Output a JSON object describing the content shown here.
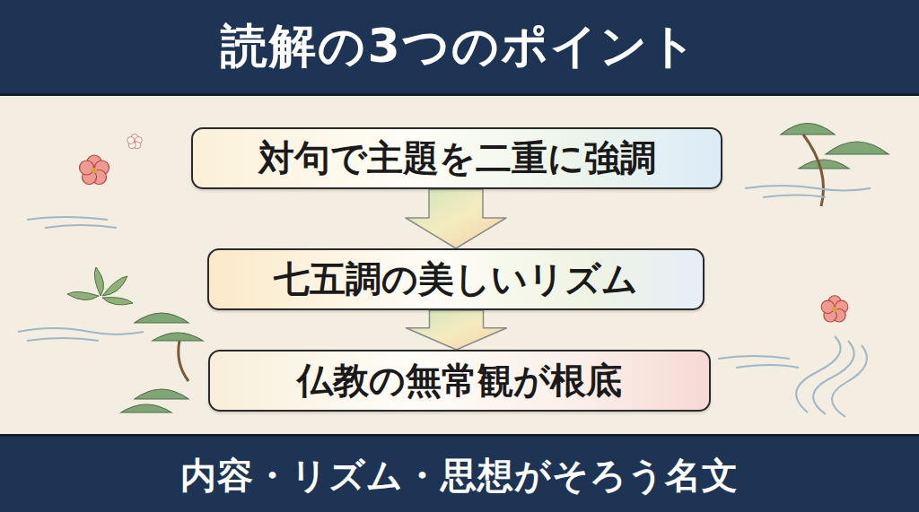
{
  "diagram": {
    "title": "読解の3つのポイント",
    "caption": "内容・リズム・思想がそろう名文",
    "nodes": [
      {
        "text": [
          "対句で主題を二重に強調"
        ]
      },
      {
        "text": [
          "七五調の美しいリズム"
        ]
      },
      {
        "text": [
          "仏教の無常観が根底"
        ]
      }
    ],
    "edges": [
      {
        "from": 0,
        "to": 1,
        "arrow": "to"
      },
      {
        "from": 1,
        "to": 2,
        "arrow": "to"
      }
    ]
  }
}
